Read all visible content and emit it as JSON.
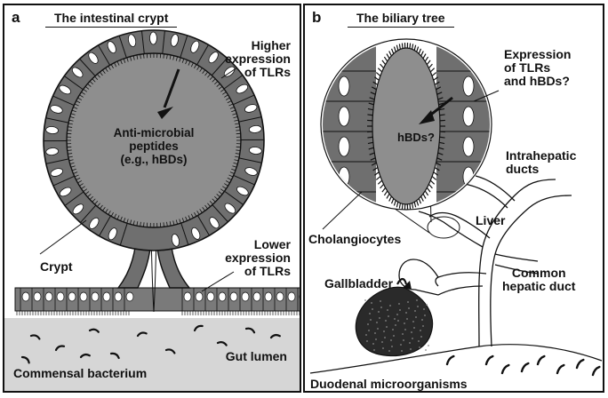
{
  "panel_a": {
    "letter": "a",
    "title": "The intestinal crypt",
    "labels": {
      "higher_tlr": [
        "Higher",
        "expression",
        "of TLRs"
      ],
      "antimicrobial": [
        "Anti-microbial",
        "peptides",
        "(e.g., hBDs)"
      ],
      "lower_tlr": [
        "Lower",
        "expression",
        "of TLRs"
      ],
      "crypt": "Crypt",
      "gut_lumen": "Gut lumen",
      "commensal": "Commensal bacterium"
    }
  },
  "panel_b": {
    "letter": "b",
    "title": "The biliary tree",
    "labels": {
      "expression_q": [
        "Expression",
        "of TLRs",
        "and hBDs?"
      ],
      "hbds_q": "hBDs?",
      "intrahepatic": [
        "Intrahepatic",
        "ducts"
      ],
      "liver": "Liver",
      "cholangiocytes": "Cholangiocytes",
      "common_duct": [
        "Common",
        "hepatic duct"
      ],
      "gallbladder": "Gallbladder",
      "duodenal": "Duodenal microorganisms"
    }
  },
  "colors": {
    "line": "#111111",
    "lumen_fill": "#8e8e8e",
    "cell_fill": "#6f6f6f",
    "nucleus": "#ffffff",
    "gut_floor": "#cfcfcf",
    "gallbladder": "#2a2a2a"
  }
}
